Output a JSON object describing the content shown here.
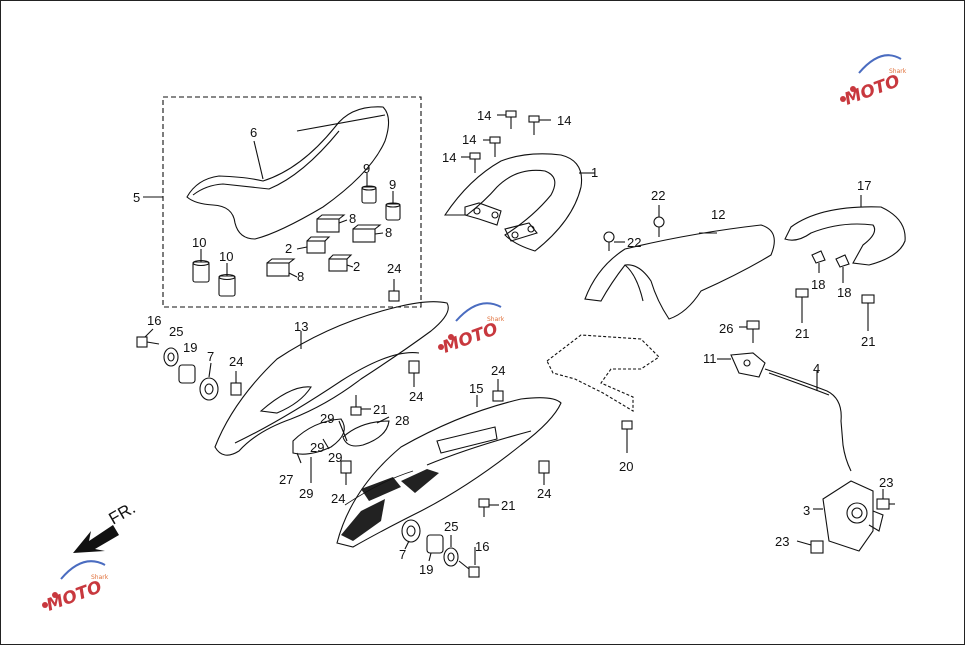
{
  "diagram": {
    "direction_label": "FR.",
    "watermark": {
      "text": "MOTO",
      "subtext": "Shark"
    },
    "callouts": [
      {
        "id": "c1",
        "text": "1"
      },
      {
        "id": "c2a",
        "text": "2"
      },
      {
        "id": "c2b",
        "text": "2"
      },
      {
        "id": "c3",
        "text": "3"
      },
      {
        "id": "c4",
        "text": "4"
      },
      {
        "id": "c5",
        "text": "5"
      },
      {
        "id": "c6",
        "text": "6"
      },
      {
        "id": "c7a",
        "text": "7"
      },
      {
        "id": "c7b",
        "text": "7"
      },
      {
        "id": "c8a",
        "text": "8"
      },
      {
        "id": "c8b",
        "text": "8"
      },
      {
        "id": "c8c",
        "text": "8"
      },
      {
        "id": "c9a",
        "text": "9"
      },
      {
        "id": "c9b",
        "text": "9"
      },
      {
        "id": "c10a",
        "text": "10"
      },
      {
        "id": "c10b",
        "text": "10"
      },
      {
        "id": "c11",
        "text": "11"
      },
      {
        "id": "c12",
        "text": "12"
      },
      {
        "id": "c13",
        "text": "13"
      },
      {
        "id": "c14a",
        "text": "14"
      },
      {
        "id": "c14b",
        "text": "14"
      },
      {
        "id": "c14c",
        "text": "14"
      },
      {
        "id": "c14d",
        "text": "14"
      },
      {
        "id": "c15",
        "text": "15"
      },
      {
        "id": "c16a",
        "text": "16"
      },
      {
        "id": "c16b",
        "text": "16"
      },
      {
        "id": "c17",
        "text": "17"
      },
      {
        "id": "c18a",
        "text": "18"
      },
      {
        "id": "c18b",
        "text": "18"
      },
      {
        "id": "c19a",
        "text": "19"
      },
      {
        "id": "c19b",
        "text": "19"
      },
      {
        "id": "c20",
        "text": "20"
      },
      {
        "id": "c21a",
        "text": "21"
      },
      {
        "id": "c21b",
        "text": "21"
      },
      {
        "id": "c21c",
        "text": "21"
      },
      {
        "id": "c21d",
        "text": "21"
      },
      {
        "id": "c22a",
        "text": "22"
      },
      {
        "id": "c22b",
        "text": "22"
      },
      {
        "id": "c23a",
        "text": "23"
      },
      {
        "id": "c23b",
        "text": "23"
      },
      {
        "id": "c24a",
        "text": "24"
      },
      {
        "id": "c24b",
        "text": "24"
      },
      {
        "id": "c24c",
        "text": "24"
      },
      {
        "id": "c24d",
        "text": "24"
      },
      {
        "id": "c24e",
        "text": "24"
      },
      {
        "id": "c24f",
        "text": "24"
      },
      {
        "id": "c25a",
        "text": "25"
      },
      {
        "id": "c25b",
        "text": "25"
      },
      {
        "id": "c26",
        "text": "26"
      },
      {
        "id": "c27",
        "text": "27"
      },
      {
        "id": "c28",
        "text": "28"
      },
      {
        "id": "c29a",
        "text": "29"
      },
      {
        "id": "c29b",
        "text": "29"
      },
      {
        "id": "c29c",
        "text": "29"
      },
      {
        "id": "c29d",
        "text": "29"
      }
    ]
  }
}
